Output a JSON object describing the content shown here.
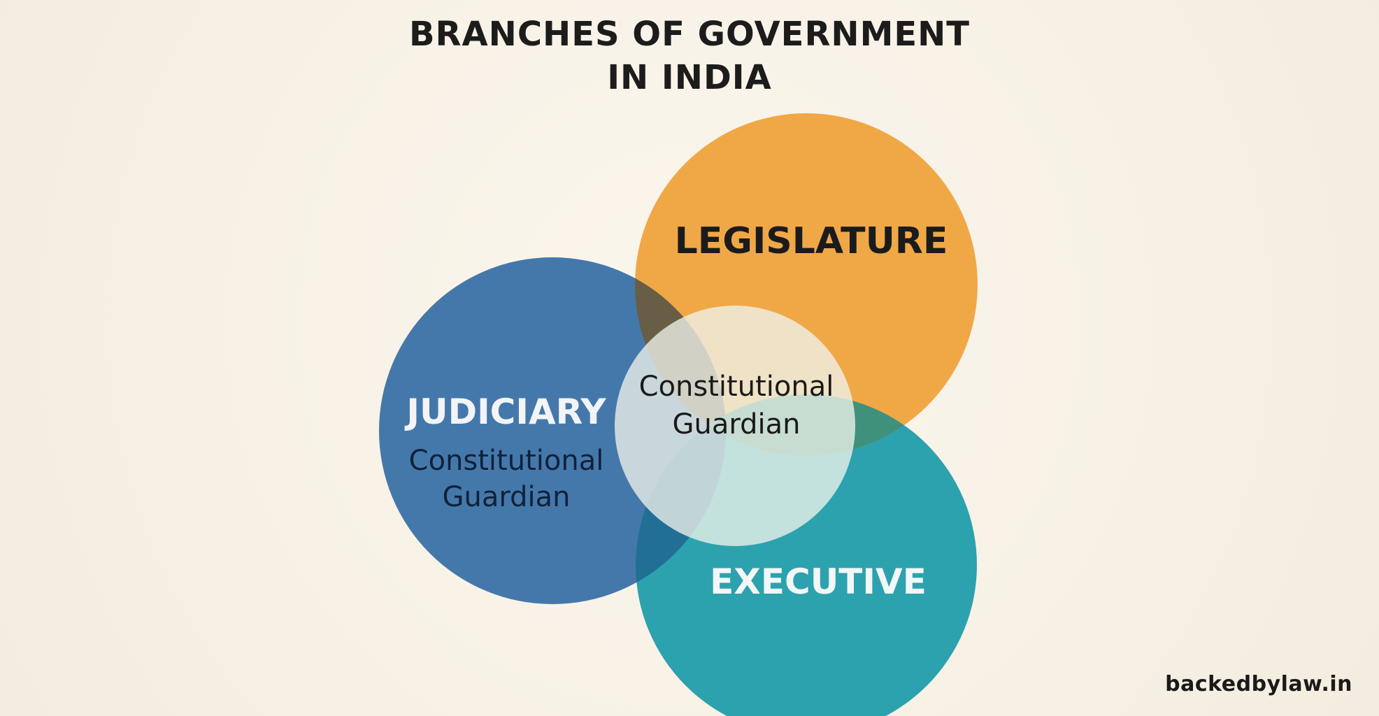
{
  "title": {
    "line1": "BRANCHES OF GOVERNMENT",
    "line2": "IN INDIA"
  },
  "branches": {
    "legislature": {
      "label": "LEGISLATURE",
      "color": "#f0a541"
    },
    "judiciary": {
      "label": "JUDICIARY",
      "sublabel_line1": "Constitutional",
      "sublabel_line2": "Guardian",
      "color": "#3f74a7"
    },
    "executive": {
      "label": "EXECUTIVE",
      "color": "#28a0ac"
    }
  },
  "center": {
    "label_line1": "Constitutional",
    "label_line2": "Guardian",
    "color": "#eef2ea"
  },
  "watermark": "backedbylaw.in"
}
